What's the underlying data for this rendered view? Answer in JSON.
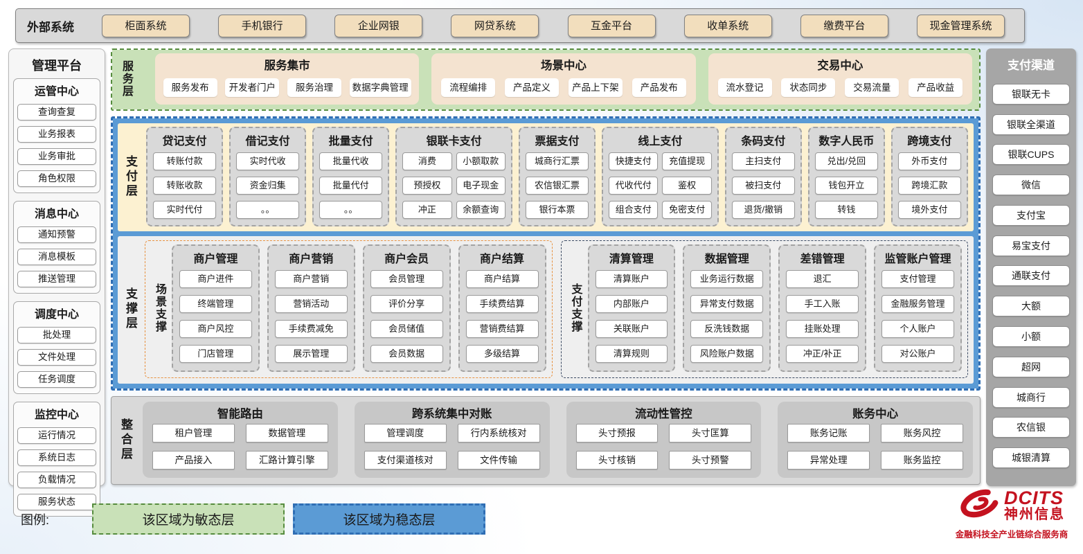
{
  "external_systems": {
    "label": "外部系统",
    "items": [
      "柜面系统",
      "手机银行",
      "企业网银",
      "网贷系统",
      "互金平台",
      "收单系统",
      "缴费平台",
      "现金管理系统"
    ]
  },
  "management_platform": {
    "title": "管理平台",
    "groups": [
      {
        "title": "运管中心",
        "items": [
          "查询查复",
          "业务报表",
          "业务审批",
          "角色权限"
        ]
      },
      {
        "title": "消息中心",
        "items": [
          "通知预警",
          "消息模板",
          "推送管理"
        ]
      },
      {
        "title": "调度中心",
        "items": [
          "批处理",
          "文件处理",
          "任务调度"
        ]
      },
      {
        "title": "监控中心",
        "items": [
          "运行情况",
          "系统日志",
          "负载情况",
          "服务状态"
        ]
      }
    ]
  },
  "service_layer": {
    "label": "服务层",
    "centers": [
      {
        "title": "服务集市",
        "items": [
          "服务发布",
          "开发者门户",
          "服务治理",
          "数据字典管理"
        ]
      },
      {
        "title": "场景中心",
        "items": [
          "流程编排",
          "产品定义",
          "产品上下架",
          "产品发布"
        ]
      },
      {
        "title": "交易中心",
        "items": [
          "流水登记",
          "状态同步",
          "交易流量",
          "产品收益"
        ]
      }
    ]
  },
  "payment_layer": {
    "label": "支付层",
    "groups": [
      {
        "title": "贷记支付",
        "cols": "1",
        "items": [
          "转账付款",
          "转账收款",
          "实时代付"
        ]
      },
      {
        "title": "借记支付",
        "cols": "1",
        "items": [
          "实时代收",
          "资金归集",
          "。。"
        ]
      },
      {
        "title": "批量支付",
        "cols": "1",
        "items": [
          "批量代收",
          "批量代付",
          "。。"
        ]
      },
      {
        "title": "银联卡支付",
        "cols": "2",
        "items": [
          "消费",
          "小额取款",
          "预授权",
          "电子现金",
          "冲正",
          "余额查询"
        ]
      },
      {
        "title": "票据支付",
        "cols": "1",
        "items": [
          "城商行汇票",
          "农信银汇票",
          "银行本票"
        ]
      },
      {
        "title": "线上支付",
        "cols": "2",
        "items": [
          "快捷支付",
          "充值提现",
          "代收代付",
          "鉴权",
          "组合支付",
          "免密支付"
        ]
      },
      {
        "title": "条码支付",
        "cols": "1",
        "items": [
          "主扫支付",
          "被扫支付",
          "退货/撤销"
        ]
      },
      {
        "title": "数字人民币",
        "cols": "1",
        "items": [
          "兑出/兑回",
          "钱包开立",
          "转钱"
        ]
      },
      {
        "title": "跨境支付",
        "cols": "1",
        "items": [
          "外币支付",
          "跨境汇款",
          "境外支付"
        ]
      }
    ]
  },
  "support_layer": {
    "label": "支撑层",
    "sections": [
      {
        "label": "场景支撑",
        "kind": "scene",
        "groups": [
          {
            "title": "商户管理",
            "items": [
              "商户进件",
              "终端管理",
              "商户风控",
              "门店管理"
            ]
          },
          {
            "title": "商户营销",
            "items": [
              "商户营销",
              "营销活动",
              "手续费减免",
              "展示管理"
            ]
          },
          {
            "title": "商户会员",
            "items": [
              "会员管理",
              "评价分享",
              "会员储值",
              "会员数据"
            ]
          },
          {
            "title": "商户结算",
            "items": [
              "商户结算",
              "手续费结算",
              "营销费结算",
              "多级结算"
            ]
          }
        ]
      },
      {
        "label": "支付支撑",
        "kind": "pay",
        "groups": [
          {
            "title": "清算管理",
            "items": [
              "清算账户",
              "内部账户",
              "关联账户",
              "清算规则"
            ]
          },
          {
            "title": "数据管理",
            "items": [
              "业务运行数据",
              "异常支付数据",
              "反洗钱数据",
              "风险账户数据"
            ]
          },
          {
            "title": "差错管理",
            "items": [
              "退汇",
              "手工入账",
              "挂账处理",
              "冲正/补正"
            ]
          },
          {
            "title": "监管账户管理",
            "items": [
              "支付管理",
              "金融服务管理",
              "个人账户",
              "对公账户"
            ]
          }
        ]
      }
    ]
  },
  "integration_layer": {
    "label": "整合层",
    "modules": [
      {
        "title": "智能路由",
        "items": [
          "租户管理",
          "数据管理",
          "产品接入",
          "汇路计算引擎"
        ]
      },
      {
        "title": "跨系统集中对账",
        "items": [
          "管理调度",
          "行内系统核对",
          "支付渠道核对",
          "文件传输"
        ]
      },
      {
        "title": "流动性管控",
        "items": [
          "头寸预报",
          "头寸匡算",
          "头寸核销",
          "头寸预警"
        ]
      },
      {
        "title": "账务中心",
        "items": [
          "账务记账",
          "账务风控",
          "异常处理",
          "账务监控"
        ]
      }
    ]
  },
  "payment_channels": {
    "title": "支付渠道",
    "items": [
      "银联无卡",
      "银联全渠道",
      "银联CUPS",
      "微信",
      "支付宝",
      "易宝支付",
      "通联支付",
      "大额",
      "小额",
      "超网",
      "城商行",
      "农信银",
      "城银清算"
    ]
  },
  "legend": {
    "label": "图例:",
    "items": [
      {
        "text": "该区域为敏态层",
        "type": "agile"
      },
      {
        "text": "该区域为稳态层",
        "type": "stable"
      }
    ]
  },
  "logo": {
    "brand": "DCITS",
    "name": "神州信息",
    "tagline": "金融科技全产业链综合服务商"
  },
  "colors": {
    "agile_bg": "#c9e1b8",
    "agile_border": "#568c3e",
    "stable_bg": "#5b9bd5",
    "stable_border": "#2f6eb4",
    "payment_band": "#fcf1d1",
    "card_gray": "#d9d9d9",
    "scene_accent": "#e8913f",
    "pay_accent": "#3b4a63",
    "tan_button": "#f2debd",
    "channel_rail": "#a6a6a6",
    "logo_red": "#c4121f"
  }
}
